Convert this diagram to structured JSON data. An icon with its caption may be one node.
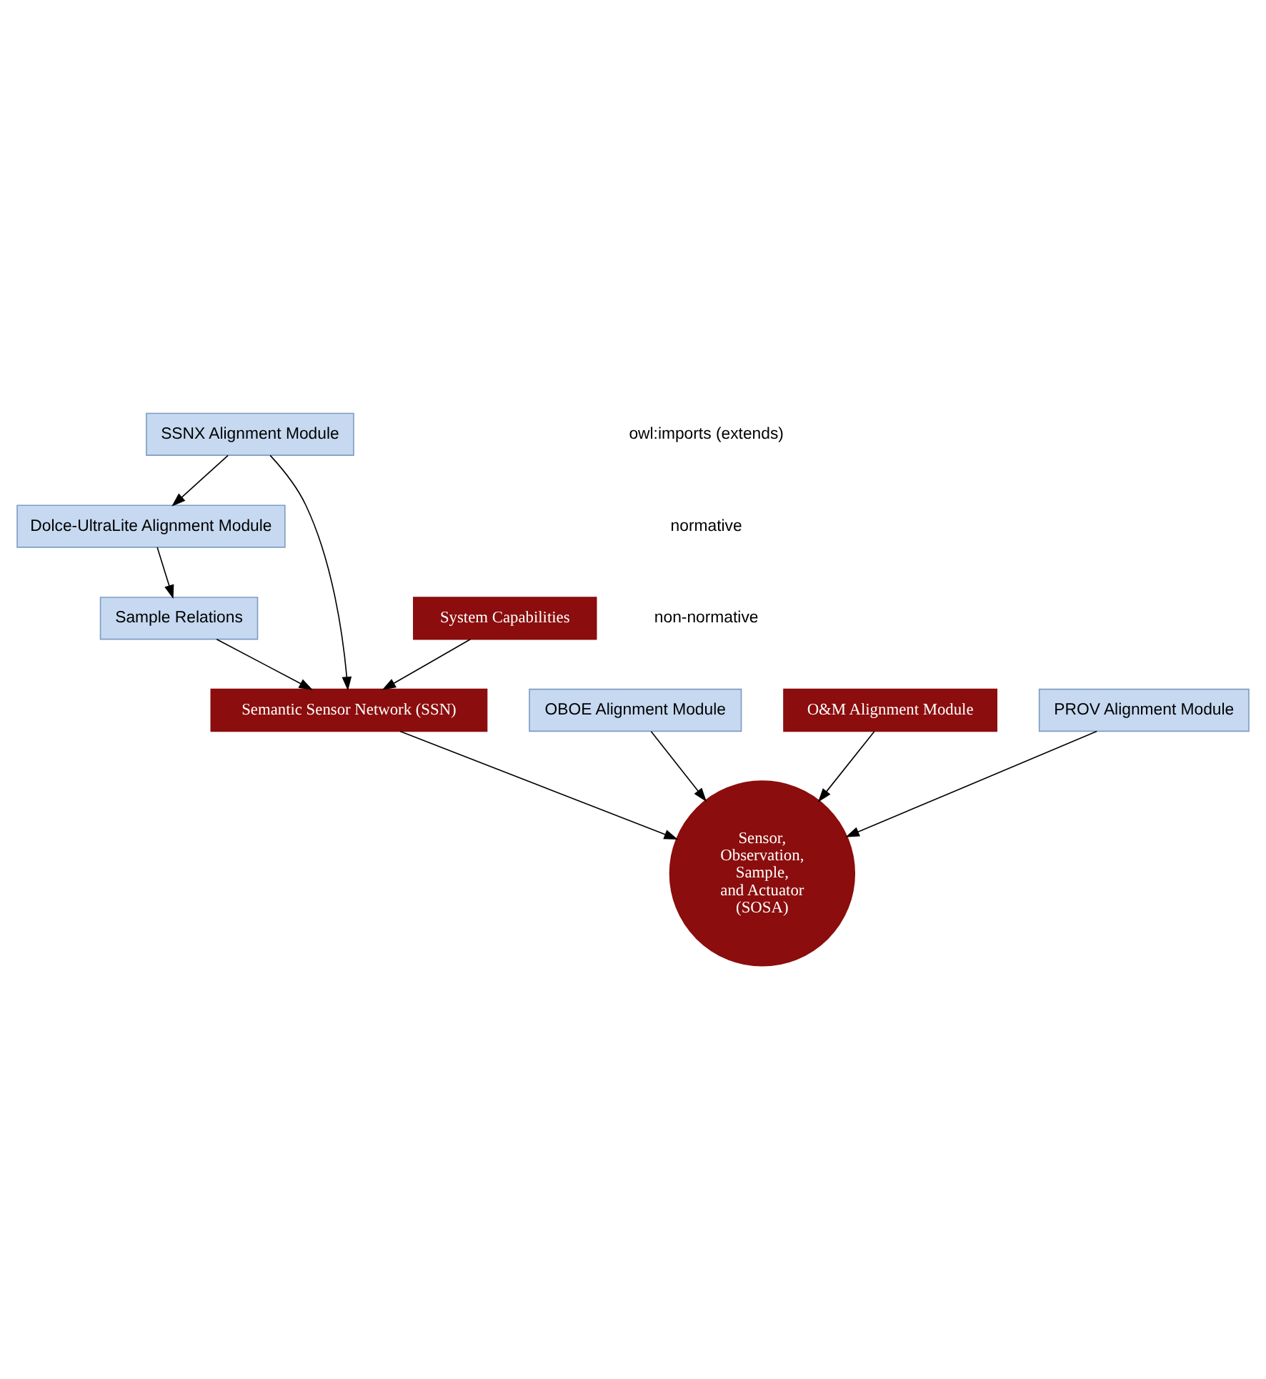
{
  "diagram": {
    "nodes": [
      {
        "text": [
          "SSNX Alignment Module"
        ]
      },
      {
        "text": [
          "Dolce-UltraLite Alignment Module"
        ]
      },
      {
        "text": [
          "Semantic Sensor Network (SSN)"
        ]
      },
      {
        "text": [
          "System Capabilities"
        ]
      },
      {
        "text": [
          "Sensor, Observation, Sample, and Actuator (SOSA)"
        ]
      },
      {
        "text": [
          "OBOE Alignment Module"
        ]
      },
      {
        "text": [
          "Sample Relations"
        ]
      },
      {
        "text": [
          "O&M Alignment Module"
        ]
      },
      {
        "text": [
          "PROV Alignment Module"
        ]
      }
    ],
    "edges": [
      {
        "from": 0,
        "to": 1,
        "arrow": "to"
      },
      {
        "from": 0,
        "to": 2,
        "arrow": "to"
      },
      {
        "from": 2,
        "to": 4,
        "arrow": "to"
      },
      {
        "from": 3,
        "to": 2,
        "arrow": "to"
      },
      {
        "from": 6,
        "to": 2,
        "arrow": "to"
      },
      {
        "from": 1,
        "to": 6,
        "arrow": "to"
      },
      {
        "from": 7,
        "to": 4,
        "arrow": "to"
      },
      {
        "from": 8,
        "to": 4,
        "arrow": "to"
      },
      {
        "from": 5,
        "to": 4,
        "arrow": "to"
      }
    ],
    "labels": [
      "owl:imports (extends)",
      "normative",
      "non-normative"
    ]
  }
}
